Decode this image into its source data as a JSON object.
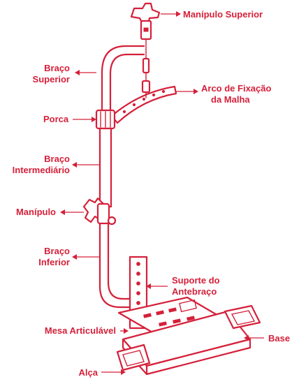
{
  "labels": {
    "top_knob": "Manípulo Superior",
    "upper_arm_1": "Braço",
    "upper_arm_2": "Superior",
    "mesh_arc_1": "Arco de Fixação",
    "mesh_arc_2": "da Malha",
    "nut": "Porca",
    "mid_arm_1": "Braço",
    "mid_arm_2": "Intermediário",
    "knob": "Manípulo",
    "lower_arm_1": "Braço",
    "lower_arm_2": "Inferior",
    "forearm_1": "Suporte do",
    "forearm_2": "Antebraço",
    "table": "Mesa Articulável",
    "base": "Base",
    "handle": "Alça"
  },
  "colors": {
    "accent": "#d5203a",
    "background": "#ffffff"
  }
}
